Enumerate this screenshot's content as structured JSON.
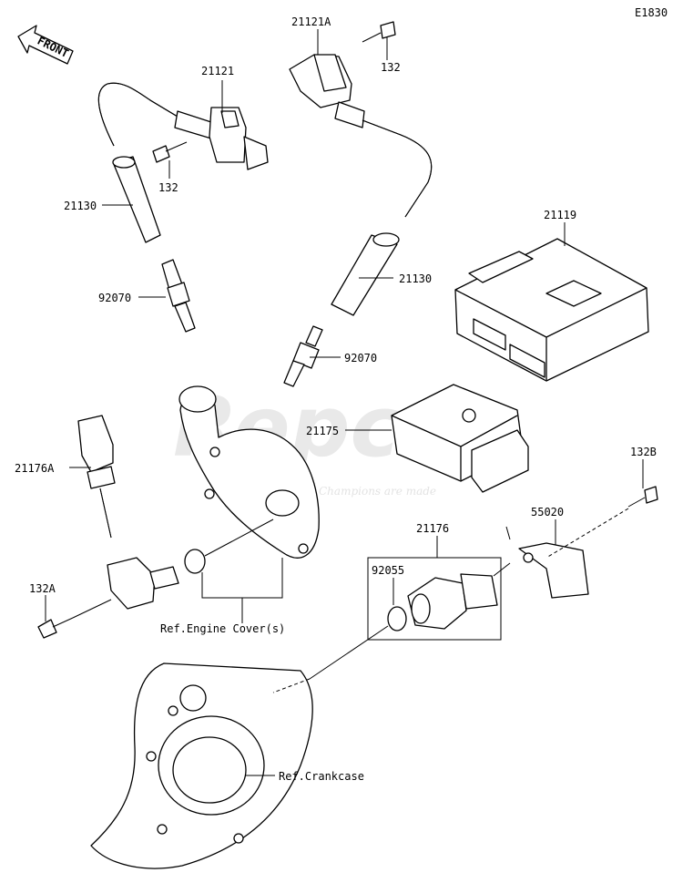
{
  "diagram_code": "E1830",
  "front_label": "FRONT",
  "watermark": {
    "brand": "Repco",
    "slogan": "Champions are made"
  },
  "labels": {
    "coil_left": "21121",
    "coil_right": "21121A",
    "bolt_coil_right": "132",
    "bolt_coil_left": "132",
    "cap_left": "21130",
    "cap_right": "21130",
    "plug_left": "92070",
    "plug_right": "92070",
    "ecu": "21119",
    "regulator": "21175",
    "sensor_a": "21176A",
    "bolt_sensor_a": "132A",
    "bolt_bracket": "132B",
    "bracket": "55020",
    "sensor": "21176",
    "oring": "92055",
    "ref_engine_cover": "Ref.Engine Cover(s)",
    "ref_crankcase": "Ref.Crankcase"
  }
}
